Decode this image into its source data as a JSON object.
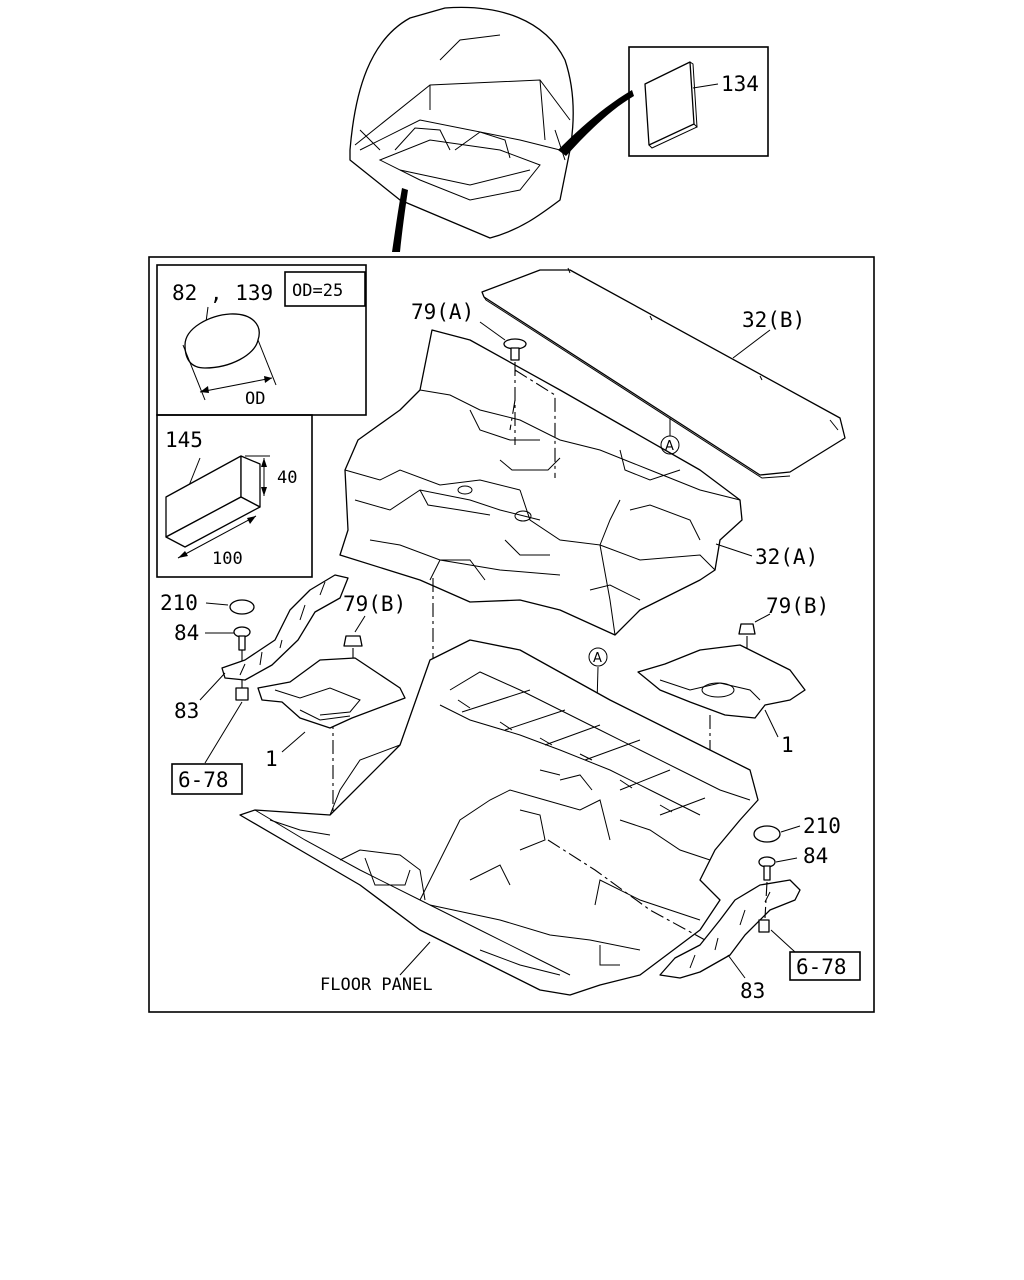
{
  "labels": {
    "p134": "134",
    "p82_139": "82 , 139",
    "od_eq": "OD=25",
    "od": "OD",
    "p145": "145",
    "dim40": "40",
    "dim100": "100",
    "p79a": "79(A)",
    "p32b": "32(B)",
    "p32a": "32(A)",
    "circle_a": "A",
    "p210_left": "210",
    "p84_left": "84",
    "p79b_left": "79(B)",
    "p79b_right": "79(B)",
    "p83_left": "83",
    "p1_left": "1",
    "ref_left": "6-78",
    "p1_right": "1",
    "p210_right": "210",
    "p84_right": "84",
    "ref_right": "6-78",
    "p83_right": "83",
    "floor_panel": "FLOOR PANEL"
  }
}
